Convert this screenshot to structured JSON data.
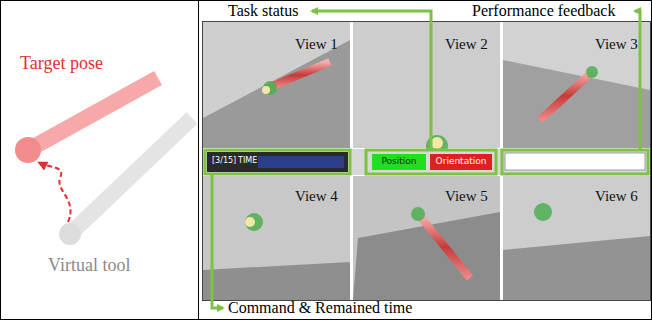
{
  "diagram": {
    "nodes": [
      {
        "text": [
          "View 1"
        ]
      },
      {
        "text": [
          "View 2"
        ]
      },
      {
        "text": [
          "View 3"
        ]
      },
      {
        "text": [
          "View 4"
        ]
      },
      {
        "text": [
          "View 5"
        ]
      },
      {
        "text": [
          "View 6"
        ]
      },
      {
        "text": [
          "Position"
        ]
      },
      {
        "text": [
          "Orientation"
        ]
      }
    ],
    "labels": [
      "Target pose",
      "Virtual tool",
      "Task status",
      "Performance feedback",
      "Command & Remained time",
      "[3/15]",
      "TIME"
    ]
  }
}
